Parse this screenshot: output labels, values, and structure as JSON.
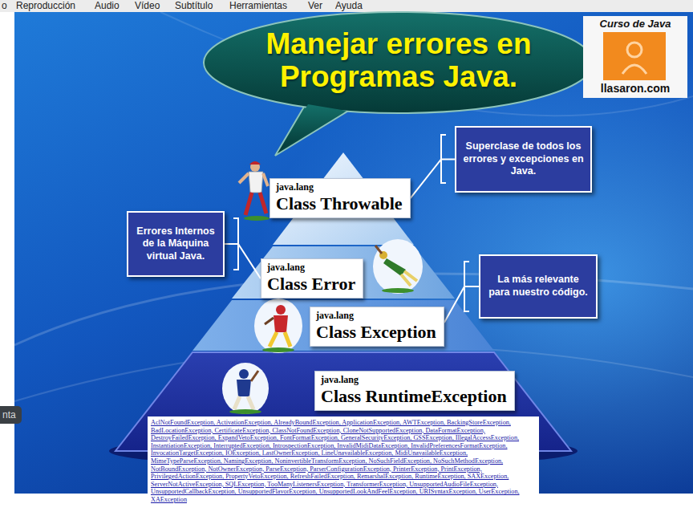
{
  "diagram": {
    "title": "Manejar errores en Programas Java.",
    "nodes": [
      {
        "text": [
          "java.lang",
          "Class Throwable"
        ]
      },
      {
        "text": [
          "Superclase de todos los errores y excepciones en Java."
        ]
      },
      {
        "text": [
          "Errores Internos de la Máquina virtual Java."
        ]
      },
      {
        "text": [
          "java.lang",
          "Class Error"
        ]
      },
      {
        "text": [
          "La más relevante para nuestro código."
        ]
      },
      {
        "text": [
          "java.lang",
          "Class Exception"
        ]
      },
      {
        "text": [
          "java.lang",
          "Class RuntimeException"
        ]
      },
      {
        "text": [
          "AclNotFoundException, ActivationException, AlreadyBoundException, ApplicationException, AWTException, BackingStoreException, BadLocationException, CertificateException, ClassNotFoundException, CloneNotSupportedException, DataFormatException, DestroyFailedException, ExpandVetoException, FontFormatException, GeneralSecurityException, GSSException, IllegalAccessException, InstantiationException, InterruptedException, IntrospectionException, InvalidMidiDataException, InvalidPreferencesFormatException, InvocationTargetException, IOException, LastOwnerException, LineUnavailableException, MidiUnavailableException, MimeTypeParseException, NamingException, NoninvertibleTransformException, NoSuchFieldException, NoSuchMethodException, NotBoundException, NotOwnerException, ParseException, ParserConfigurationException, PrinterException, PrintException, PrivilegedActionException, PropertyVetoException, RefreshFailedException, RemarshalException, RuntimeException, SAXException, ServerNotActiveException, SQLException, TooManyListenersException, TransformerException, UnsupportedAudioFileException, UnsupportedCallbackException, UnsupportedFlavorException, UnsupportedLookAndFeelException, URISyntaxException, UserException, XAException"
        ]
      }
    ],
    "edges": [
      {
        "from": 1,
        "to": 0,
        "arrow": "none"
      },
      {
        "from": 2,
        "to": 3,
        "arrow": "none"
      },
      {
        "from": 4,
        "to": 5,
        "arrow": "none"
      }
    ],
    "labels": [
      "o",
      "Reproducción",
      "Audio",
      "Vídeo",
      "Subtítulo",
      "Herramientas",
      "Ver",
      "Ayuda",
      "Curso de Java",
      "llasaron.com",
      "nta"
    ]
  }
}
